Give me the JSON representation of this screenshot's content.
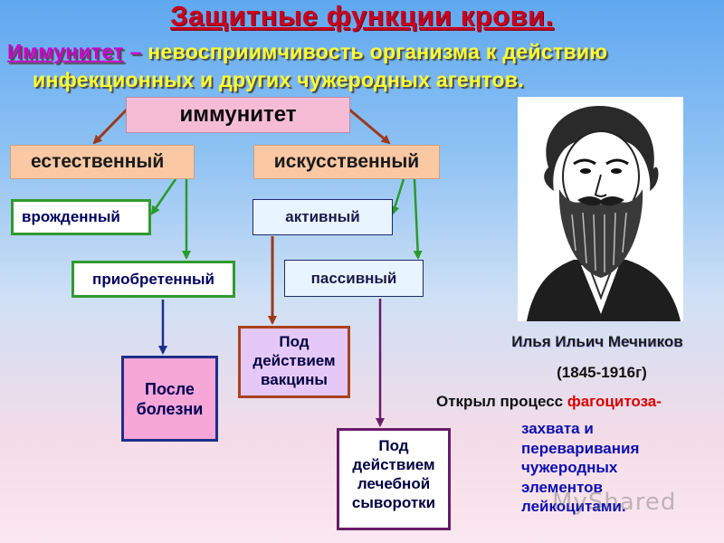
{
  "slide": {
    "title": "Защитные функции крови.",
    "definition": {
      "term": "Иммунитет",
      "dash": " – ",
      "line1_rest": "невосприимчивость организма к действию",
      "line2": "инфекционных и других чужеродных агентов."
    }
  },
  "diagram": {
    "root": "иммунитет",
    "natural": "естественный",
    "artificial": "искусственный",
    "innate": "врожденный",
    "acquired": "приобретенный",
    "active": "активный",
    "passive": "пассивный",
    "after_illness": [
      "После",
      "болезни"
    ],
    "vaccine": [
      "Под",
      "действием",
      "вакцины"
    ],
    "serum": [
      "Под",
      "действием",
      "лечебной",
      "сыворотки"
    ]
  },
  "scientist": {
    "name": "Илья Ильич Мечников",
    "years": "(1845-1916г)",
    "discovery_prefix": "Открыл процесс ",
    "discovery_term": "фагоцитоза-",
    "discovery_desc": [
      "захвата и",
      "переваривания",
      "чужеродных",
      "элементов",
      "лейкоцитами."
    ]
  },
  "watermark": {
    "text": "MyShared"
  },
  "colors": {
    "title": "#c8001e",
    "definition_text": "#ffff33",
    "term": "#cc00cc",
    "arrow_brown": "#9b3a1a",
    "arrow_green": "#2a9a2a",
    "arrow_navy": "#1d2f8a",
    "arrow_purple": "#6a1a6a"
  }
}
